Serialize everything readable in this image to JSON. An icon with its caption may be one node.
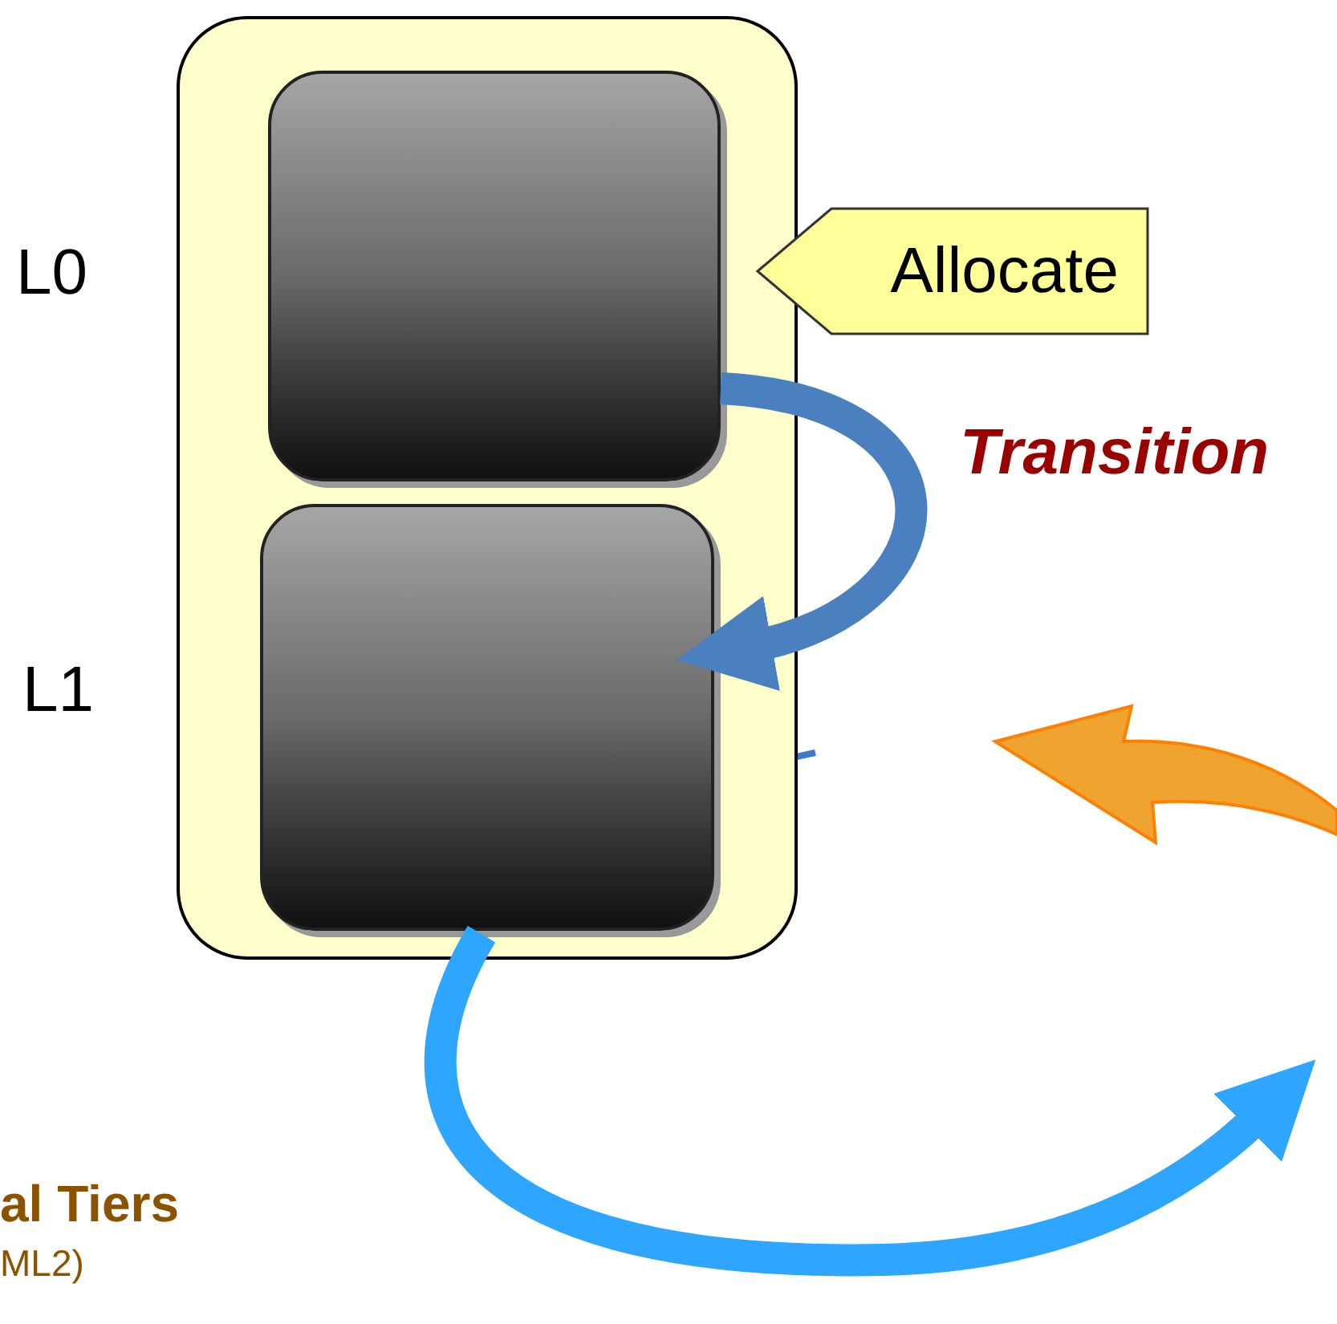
{
  "diagram": {
    "nodes": [
      {
        "text": [],
        "shape": "box"
      },
      {
        "text": [],
        "shape": "box",
        "in": 0,
        "beside": [
          "L0"
        ]
      },
      {
        "text": [],
        "shape": "box",
        "in": 0,
        "beside": [
          "L1"
        ]
      },
      {
        "text": [
          "Allocate"
        ]
      }
    ],
    "edges": [
      {
        "from": 1,
        "to": 2,
        "arrow": "to",
        "label": "Transition",
        "color": "#4a7fc0"
      },
      {
        "from": 2,
        "to": null,
        "arrow": "to",
        "color": "#2ea6ff"
      }
    ],
    "labels": [
      "al Tiers",
      "ML2)"
    ]
  }
}
